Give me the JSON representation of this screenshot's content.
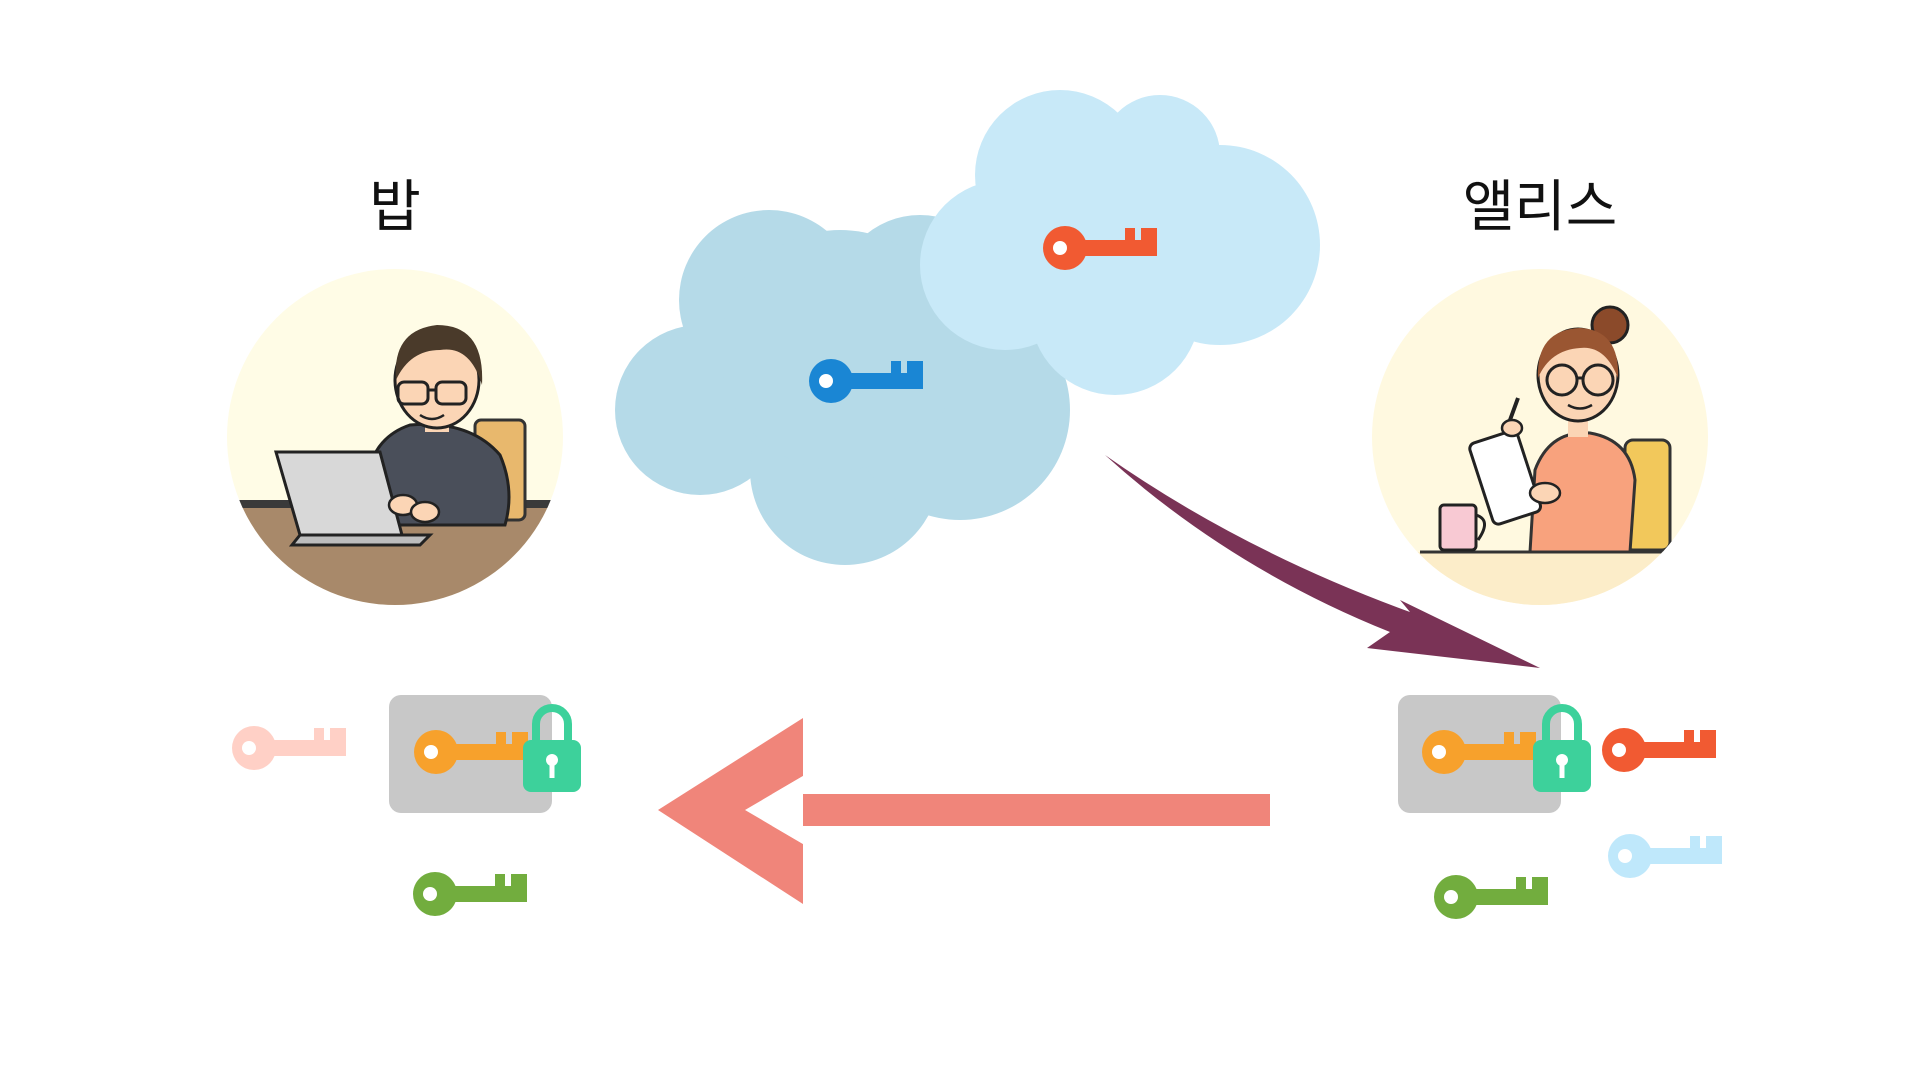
{
  "people": {
    "bob": {
      "name": "밥"
    },
    "alice": {
      "name": "앨리스"
    }
  },
  "colors": {
    "cloud_left": "#b5dae8",
    "cloud_right": "#c8e9f8",
    "portrait_bg": "#fffce6",
    "alice_portrait_bg": "#fff9e0",
    "box": "#c8c8c8",
    "lock": "#3dd19b",
    "key_blue": "#1a86d4",
    "key_red": "#f15a32",
    "key_orange": "#f7a12c",
    "key_green": "#72ad3e",
    "key_pink": "#ffd0c6",
    "key_lightblue": "#bfe8fb",
    "arrow_purple": "#7a3356",
    "arrow_salmon": "#f0857a"
  },
  "icons": {
    "cloud_keys": [
      "key-icon-blue",
      "key-icon-red"
    ],
    "bob_keys": [
      "key-icon-pink",
      "key-icon-orange",
      "lock-icon",
      "key-icon-green"
    ],
    "alice_keys": [
      "key-icon-orange",
      "lock-icon",
      "key-icon-red",
      "key-icon-lightblue",
      "key-icon-green"
    ]
  }
}
